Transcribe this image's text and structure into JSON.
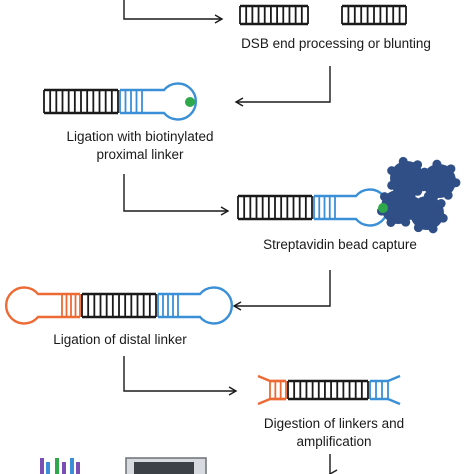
{
  "steps": {
    "dsb_processing": "DSB end processing or blunting",
    "ligation_proximal_line1": "Ligation with biotinylated",
    "ligation_proximal_line2": "proximal linker",
    "bead_capture": "Streptavidin bead capture",
    "ligation_distal": "Ligation of distal linker",
    "digestion_line1": "Digestion of linkers and",
    "digestion_line2": "amplification"
  },
  "colors": {
    "dna": "#1a1a1a",
    "proximal_linker": "#3a8fd6",
    "distal_linker": "#ee6a35",
    "biotin": "#2ea84a",
    "bead": "#2f4f86",
    "arrow": "#1a1a1a"
  }
}
